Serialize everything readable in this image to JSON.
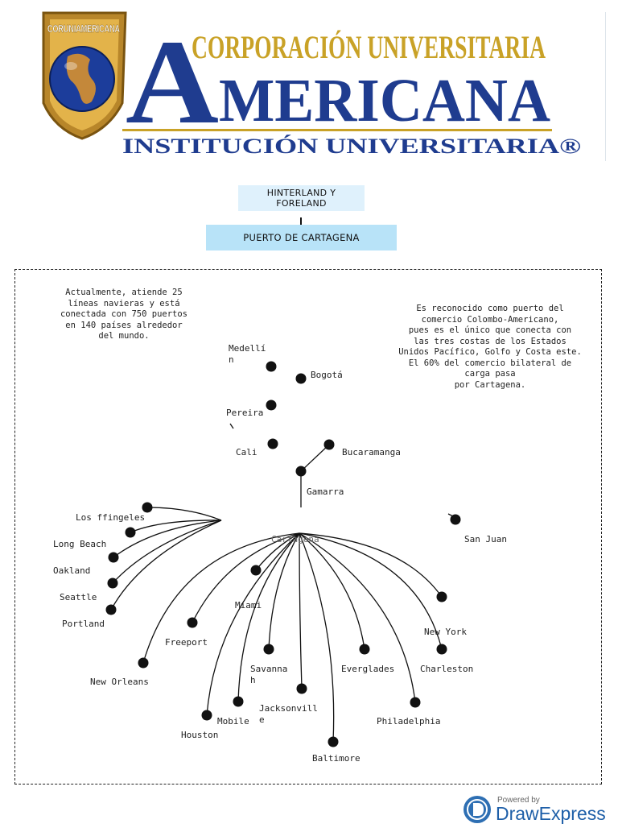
{
  "header": {
    "shield_text": "CORUNIAMERICANA",
    "title_top": "CORPORACIÓN UNIVERSITARIA",
    "title_main_initial": "A",
    "title_main_rest": "MERICANA",
    "title_sub": "INSTITUCIÓN UNIVERSITARIA®",
    "colors": {
      "gold": "#c9a227",
      "blue": "#1f3c8f"
    }
  },
  "diagram": {
    "box_hinterland": "HINTERLAND Y\nFORELAND",
    "box_puerto": "PUERTO DE CARTAGENA",
    "text_left": "Actualmente, atiende 25\nlíneas navieras y está\nconectada con 750 puertos\nen 140 países alrededor\ndel mundo.",
    "text_right": "Es reconocido como puerto del\ncomercio Colombo-Americano,\npues es el único que conecta con\nlas tres costas de los Estados\nUnidos Pacífico, Golfo y Costa este.\nEl 60% del comercio bilateral de\ncarga pasa\npor Cartagena.",
    "nodes": {
      "medellin": "Medellí\nn",
      "bogota": "Bogotá",
      "pereira": "Pereira",
      "cali": "Cali",
      "bucaramanga": "Bucaramanga",
      "gamarra": "Gamarra",
      "cartagena": "Cartagena",
      "san_juan": "San Juan",
      "los_angeles": "Los ffingeles",
      "long_beach": "Long Beach",
      "oakland": "Oakland",
      "seattle": "Seattle",
      "portland": "Portland",
      "miami": "Miami",
      "freeport": "Freeport",
      "new_orleans": "New Orleans",
      "savannah": "Savanna\nh",
      "jacksonville": "Jacksonvill\ne",
      "mobile": "Mobile",
      "houston": "Houston",
      "baltimore": "Baltimore",
      "everglades": "Everglades",
      "philadelphia": "Philadelphia",
      "charleston": "Charleston",
      "new_york": "New York"
    }
  },
  "footer": {
    "powered_by": "Powered by",
    "brand": "DrawExpress",
    "colors": {
      "accent": "#2e6fb3"
    }
  }
}
